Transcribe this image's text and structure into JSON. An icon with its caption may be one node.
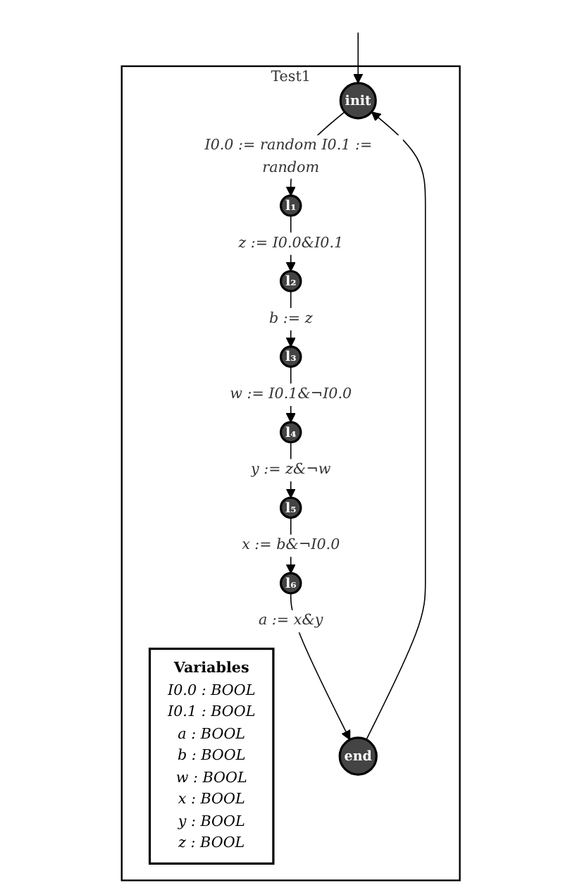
{
  "diagram": {
    "nodes": [
      {
        "text": [
          "Test1"
        ]
      },
      {
        "text": [
          "Variables",
          "I0.0 : BOOL",
          "I0.1 : BOOL",
          "a : BOOL",
          "b : BOOL",
          "w : BOOL",
          "x : BOOL",
          "y : BOOL",
          "z : BOOL"
        ],
        "in": 0
      },
      {
        "text": [
          "init"
        ],
        "in": 0
      },
      {
        "text": [
          "l₁"
        ],
        "in": 0
      },
      {
        "text": [
          "l₂"
        ],
        "in": 0
      },
      {
        "text": [
          "l₃"
        ],
        "in": 0
      },
      {
        "text": [
          "l₄"
        ],
        "in": 0
      },
      {
        "text": [
          "l₅"
        ],
        "in": 0
      },
      {
        "text": [
          "l₆"
        ],
        "in": 0
      },
      {
        "text": [
          "end"
        ],
        "in": 0
      }
    ],
    "edges": [
      {
        "from": null,
        "to": 2,
        "arrow": "to"
      },
      {
        "from": 2,
        "to": 3,
        "arrow": "to",
        "label": "I0.0 := random I0.1 := random"
      },
      {
        "from": 3,
        "to": 4,
        "arrow": "to",
        "label": "z := I0.0&I0.1"
      },
      {
        "from": 4,
        "to": 5,
        "arrow": "to",
        "label": "b := z"
      },
      {
        "from": 5,
        "to": 6,
        "arrow": "to",
        "label": "w := I0.1&¬I0.0"
      },
      {
        "from": 6,
        "to": 7,
        "arrow": "to",
        "label": "y := z&¬w"
      },
      {
        "from": 7,
        "to": 8,
        "arrow": "to",
        "label": "x := b&¬I0.0"
      },
      {
        "from": 8,
        "to": 9,
        "arrow": "to",
        "label": "a := x&y"
      },
      {
        "from": 9,
        "to": 2,
        "arrow": "to"
      }
    ]
  }
}
